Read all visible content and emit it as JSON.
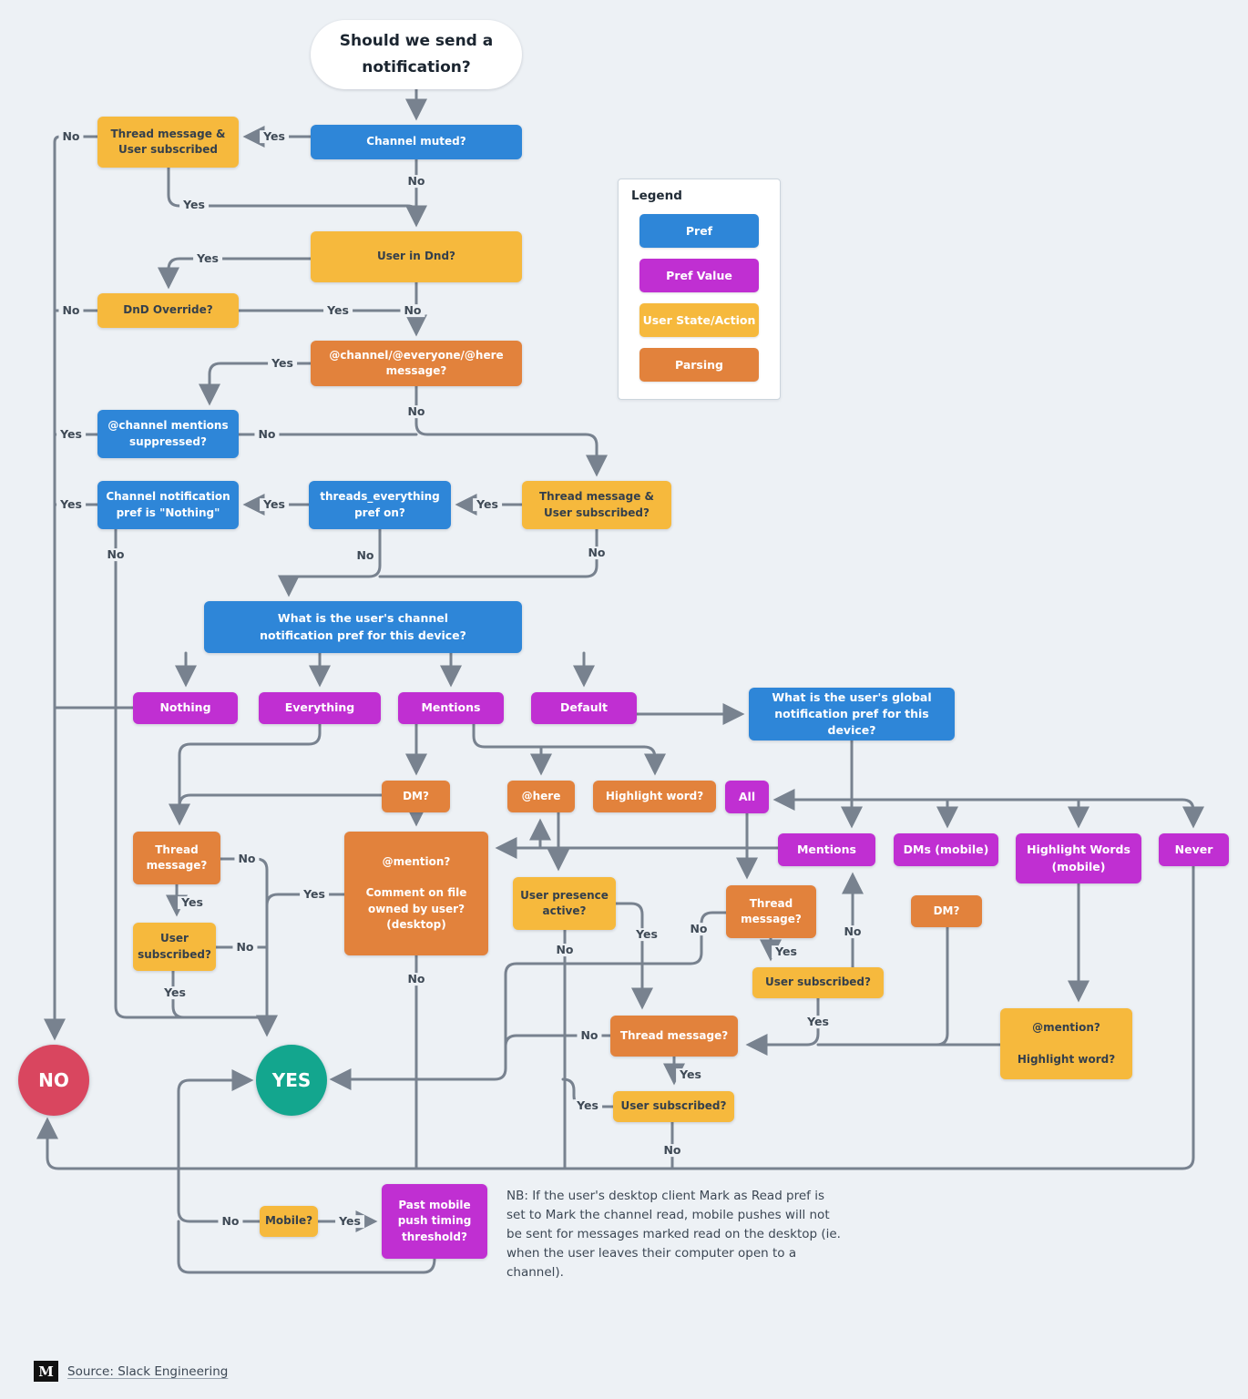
{
  "title": "Should we send a notification?",
  "edge_labels": {
    "yes": "Yes",
    "no": "No"
  },
  "terminals": {
    "no": "NO",
    "yes": "YES"
  },
  "nodes": {
    "muted": {
      "label": "Channel muted?"
    },
    "tmus1": {
      "label": "Thread message &\nUser subscribed"
    },
    "dnd": {
      "label": "User in Dnd?"
    },
    "override": {
      "label": "DnD Override?"
    },
    "atmsg": {
      "label": "@channel/@everyone/@here\nmessage?"
    },
    "suppressed": {
      "label": "@channel mentions\nsuppressed?"
    },
    "tmus2": {
      "label": "Thread message &\nUser subscribed?"
    },
    "threads": {
      "label": "threads_everything\npref on?"
    },
    "nothingpref": {
      "label": "Channel notification\npref is \"Nothing\""
    },
    "chanpref": {
      "label": "What is the user's channel\nnotification pref for this device?"
    },
    "v_nothing": {
      "label": "Nothing"
    },
    "v_everything": {
      "label": "Everything"
    },
    "v_mentions": {
      "label": "Mentions"
    },
    "v_default": {
      "label": "Default"
    },
    "globalpref": {
      "label": "What is the user's global\nnotification pref for this device?"
    },
    "dm1": {
      "label": "DM?"
    },
    "here": {
      "label": "@here"
    },
    "hlword": {
      "label": "Highlight word?"
    },
    "all": {
      "label": "All"
    },
    "gm_mentions": {
      "label": "Mentions"
    },
    "gm_dms": {
      "label": "DMs (mobile)"
    },
    "gm_hw": {
      "label": "Highlight Words\n(mobile)"
    },
    "gm_never": {
      "label": "Never"
    },
    "tm_left": {
      "label": "Thread\nmessage?"
    },
    "us_left": {
      "label": "User\nsubscribed?"
    },
    "mention_big": {
      "label": "@mention?\n\nComment on file\nowned by user?\n(desktop)"
    },
    "presence": {
      "label": "User presence\nactive?"
    },
    "tm_mid": {
      "label": "Thread\nmessage?"
    },
    "us_mid": {
      "label": "User subscribed?"
    },
    "dm2": {
      "label": "DM?"
    },
    "hw_yellow": {
      "label": "@mention?\n\nHighlight word?"
    },
    "tm_bot": {
      "label": "Thread message?"
    },
    "us_bot": {
      "label": "User subscribed?"
    },
    "mobile": {
      "label": "Mobile?"
    },
    "threshold": {
      "label": "Past mobile\npush timing\nthreshold?"
    }
  },
  "legend": {
    "title": "Legend",
    "items": [
      {
        "label": "Pref",
        "color": "#2e86d8"
      },
      {
        "label": "Pref Value",
        "color": "#c02fd2"
      },
      {
        "label": "User State/Action",
        "color": "#f6b93d"
      },
      {
        "label": "Parsing",
        "color": "#e2823c"
      }
    ]
  },
  "note": "NB: If the user's desktop client Mark as Read pref is set to Mark the channel read, mobile pushes will not be sent for messages marked read on the desktop (ie. when the user leaves their computer open to a channel).",
  "source": {
    "label": "Source: Slack Engineering",
    "icon": "medium-logo"
  },
  "colors": {
    "background": "#edf1f5",
    "pref_blue": "#2e86d8",
    "pref_value_purple": "#c02fd2",
    "user_state_yellow": "#f6b93d",
    "parsing_orange": "#e2823c",
    "terminal_no_red": "#d9465f",
    "terminal_yes_teal": "#13a68e",
    "connector_grey": "#78828f"
  }
}
